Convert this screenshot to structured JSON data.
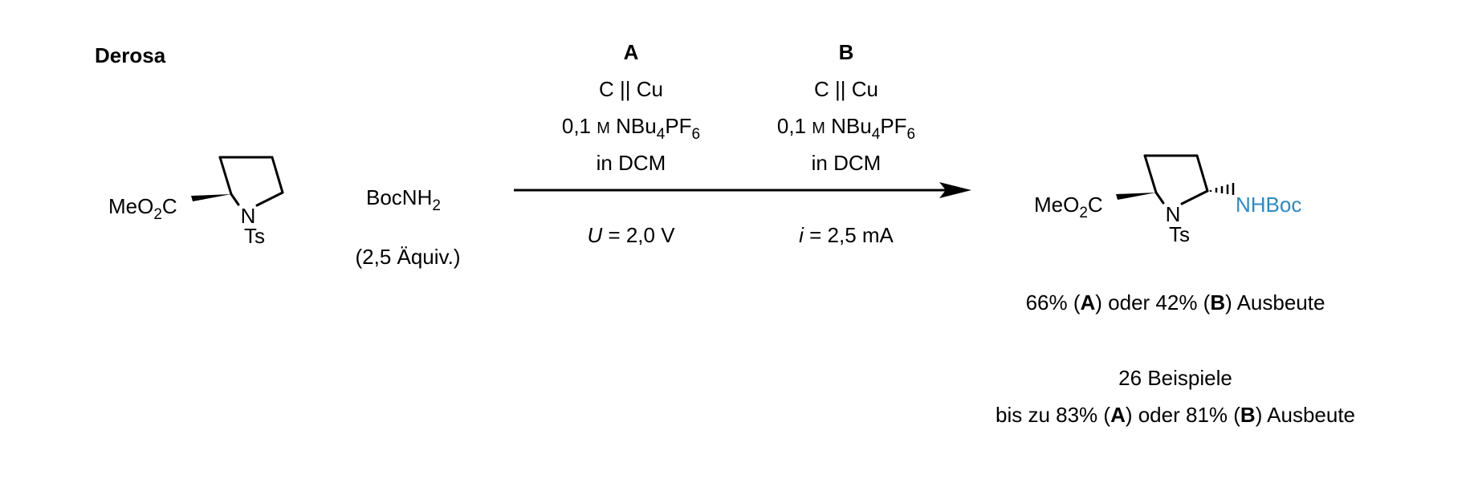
{
  "author": "Derosa",
  "reactant": {
    "substituent": "MeO",
    "subscript": "2",
    "substituent_tail": "C",
    "ring_atom": "N",
    "protecting_group": "Ts"
  },
  "reagent": {
    "name": "BocNH",
    "name_subscript": "2",
    "amount": "(2,5 Äquiv.)"
  },
  "condition_a": {
    "label": "A",
    "electrodes": "C || Cu",
    "conc_value": "0,1 ",
    "conc_unit": "M",
    "salt_1": " NBu",
    "salt_1_sub": "4",
    "salt_2": "PF",
    "salt_2_sub": "6",
    "solvent": "in DCM",
    "param_symbol": "U",
    "param_value": " = 2,0 V"
  },
  "condition_b": {
    "label": "B",
    "electrodes": "C || Cu",
    "conc_value": "0,1 ",
    "conc_unit": "M",
    "salt_1": " NBu",
    "salt_1_sub": "4",
    "salt_2": "PF",
    "salt_2_sub": "6",
    "solvent": "in DCM",
    "param_symbol": "i",
    "param_value": " = 2,5 mA"
  },
  "product": {
    "substituent": "MeO",
    "subscript": "2",
    "substituent_tail": "C",
    "ring_atom": "N",
    "protecting_group": "Ts",
    "new_group": "NHBoc"
  },
  "yield_line": {
    "p1": "66% (",
    "b1": "A",
    "p2": ") oder 42% (",
    "b2": "B",
    "p3": ") Ausbeute"
  },
  "scope_line": "26 Beispiele",
  "max_yield_line": {
    "p1": "bis zu 83% (",
    "b1": "A",
    "p2": ") oder 81% (",
    "b2": "B",
    "p3": ") Ausbeute"
  },
  "colors": {
    "highlight": "#2a8ac7",
    "ink": "#000000"
  }
}
